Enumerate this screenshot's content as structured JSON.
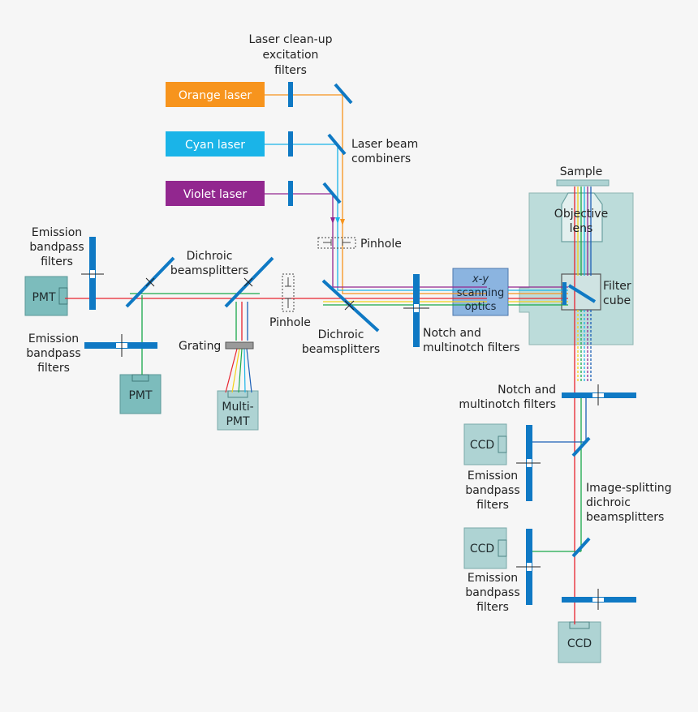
{
  "colors": {
    "orange": "#f7941d",
    "cyan": "#1ab4e8",
    "violet": "#92278f",
    "red": "#e8232f",
    "green": "#1aa84a",
    "blue": "#1c5fb6",
    "yellow": "#f4d21a",
    "filter": "#0f79c4",
    "teal_box": "#7cbcbc",
    "light_teal": "#aed3d3",
    "microscope": "#bcdcda"
  },
  "lasers": [
    {
      "label": "Orange laser",
      "color": "#f7941d"
    },
    {
      "label": "Cyan laser",
      "color": "#1ab4e8"
    },
    {
      "label": "Violet laser",
      "color": "#92278f"
    }
  ],
  "labels": {
    "cleanup_filters": [
      "Laser clean-up",
      "excitation",
      "filters"
    ],
    "beam_combiners": [
      "Laser beam",
      "combiners"
    ],
    "pinhole_top": "Pinhole",
    "pinhole_mid": "Pinhole",
    "dichroic_left": [
      "Dichroic",
      "beamsplitters"
    ],
    "dichroic_center": [
      "Dichroic",
      "beamsplitters"
    ],
    "emission_top_left": [
      "Emission",
      "bandpass",
      "filters"
    ],
    "emission_bottom_left": [
      "Emission",
      "bandpass",
      "filters"
    ],
    "grating": "Grating",
    "notch_center": [
      "Notch and",
      "multinotch filters"
    ],
    "notch_right": [
      "Notch and",
      "multinotch filters"
    ],
    "sample": "Sample",
    "objective": [
      "Objective",
      "lens"
    ],
    "filter_cube": [
      "Filter",
      "cube"
    ],
    "emission_ccd1": [
      "Emission",
      "bandpass",
      "filters"
    ],
    "emission_ccd2": [
      "Emission",
      "bandpass",
      "filters"
    ],
    "image_splitting": [
      "Image-splitting",
      "dichroic",
      "beamsplitters"
    ]
  },
  "detectors": {
    "pmt_left": "PMT",
    "pmt_bottom": "PMT",
    "multi_pmt": [
      "Multi-",
      "PMT"
    ],
    "ccd1": "CCD",
    "ccd2": "CCD",
    "ccd3": "CCD"
  },
  "scanning_optics": [
    "x-y",
    "scanning",
    "optics"
  ]
}
